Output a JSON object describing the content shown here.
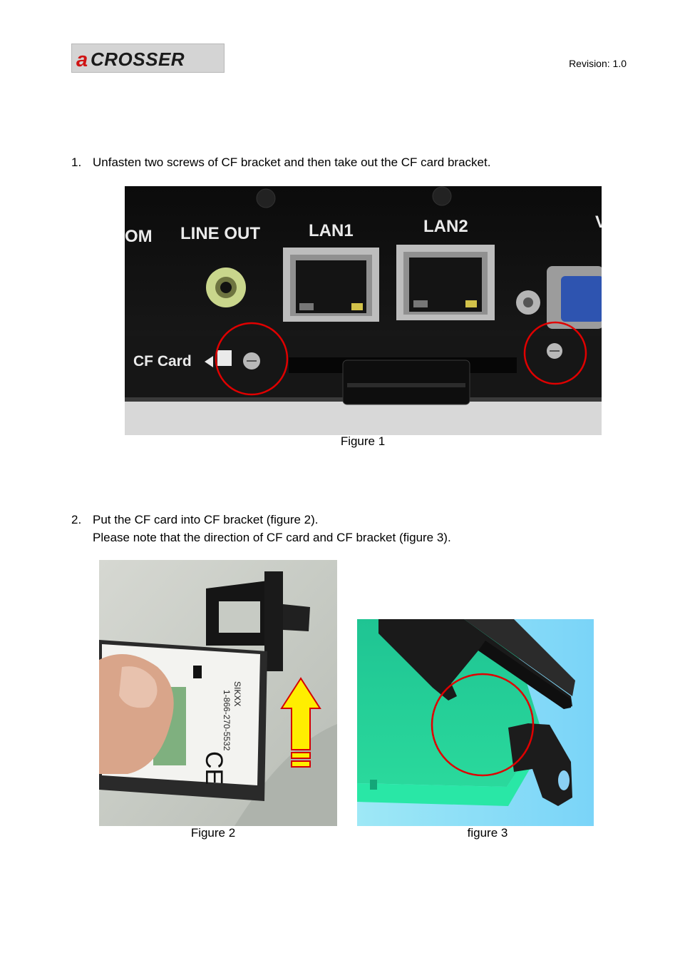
{
  "header": {
    "logo_text": "ACROSSER",
    "revision": "Revision: 1.0"
  },
  "steps": [
    {
      "number": "1.",
      "lines": [
        "Unfasten two screws of CF bracket and then take out the CF card bracket."
      ]
    },
    {
      "number": "2.",
      "lines": [
        "Put the CF card into CF bracket (figure 2).",
        "Please note that the direction of CF card and CF bracket (figure 3)."
      ]
    }
  ],
  "figure1": {
    "caption": "Figure 1",
    "labels": {
      "com": "OM",
      "line_out": "LINE OUT",
      "lan1": "LAN1",
      "lan2": "LAN2",
      "cf_card": "CF Card",
      "vga": "V"
    }
  },
  "figure2": {
    "caption": "Figure 2",
    "card_text": {
      "phone": "1-866-270-5532",
      "code": "SIKXX",
      "ce": "CE"
    }
  },
  "figure3": {
    "caption": "figure 3"
  },
  "colors": {
    "highlight_circle": "#e00000",
    "arrow_fill": "#ffee00",
    "arrow_outline": "#d40000"
  }
}
